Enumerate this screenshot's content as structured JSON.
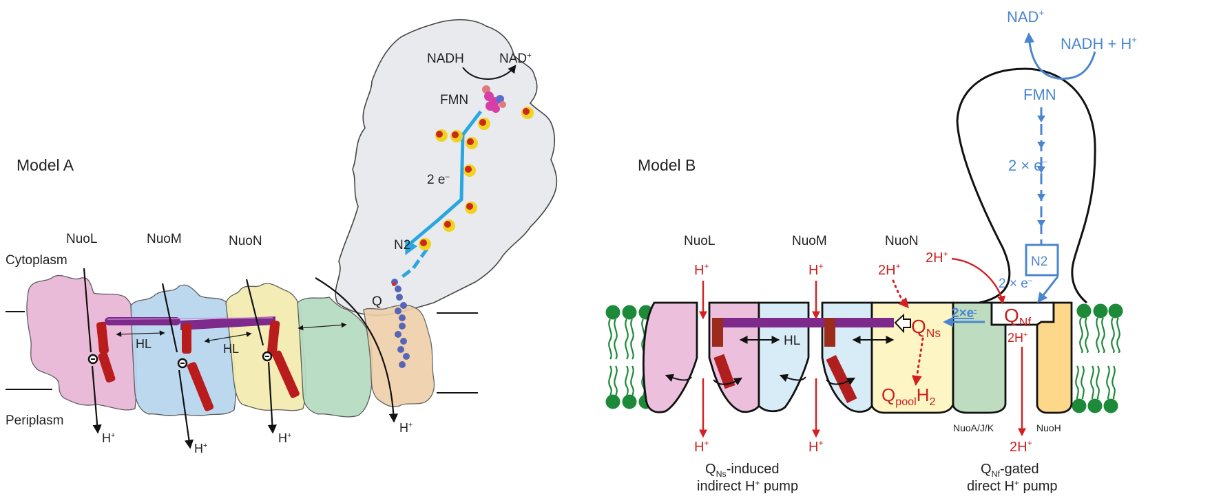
{
  "figure": {
    "model_a": {
      "title": "Model A",
      "subunits": [
        "NuoL",
        "NuoM",
        "NuoN"
      ],
      "compartments": {
        "top": "Cytoplasm",
        "bottom": "Periplasm"
      },
      "helix_label": "HL",
      "proton": "H",
      "proton_charge": "+",
      "hydrophilic_arm": {
        "substrate": "NADH",
        "product": "NAD",
        "product_charge": "+",
        "cofactor": "FMN",
        "electrons": "2 e",
        "electron_charge": "–",
        "cluster": "N2",
        "quinone": "Q"
      },
      "colors": {
        "nuol": "#e9b8d6",
        "nuom": "#b9d6ef",
        "nuon": "#f3ecb0",
        "nuoajk": "#b7dcc2",
        "nuoh": "#efcfa8",
        "arm": "#e8eaee",
        "helix_purple": "#7e2a8c",
        "helix_red": "#b81c1c",
        "electron_path": "#2aa6e0",
        "fes_yellow": "#f2d21c",
        "fes_red": "#c8281e",
        "fmn": "#d640a6",
        "quinone": "#5566b8"
      }
    },
    "model_b": {
      "title": "Model B",
      "subunits": [
        "NuoL",
        "NuoM",
        "NuoN"
      ],
      "subunit_labels_bottom": [
        "NuoA/J/K",
        "NuoH"
      ],
      "helix_label": "HL",
      "top": {
        "product": "NAD",
        "product_charge": "+",
        "substrate": "NADH + H",
        "substrate_charge": "+",
        "cofactor": "FMN",
        "electrons": "2 × e",
        "electron_charge": "–",
        "cluster": "N2"
      },
      "protons": {
        "single": "H",
        "double": "2H",
        "charge": "+"
      },
      "quinone": {
        "q": "Q",
        "ns_sub": "Ns",
        "nf_sub": "Nf",
        "pool_sub": "pool",
        "h2": "H",
        "h2_sub": "2",
        "electrons_internal": "2×e",
        "electrons_internal_charge": "-",
        "electrons_n2": "2 × e",
        "electrons_n2_charge": "–"
      },
      "captions": {
        "left_line1_q": "Q",
        "left_line1_sub": "Ns",
        "left_line1_rest": "-induced",
        "left_line2": "indirect H",
        "left_line2_charge": "+",
        "left_line2_rest": " pump",
        "right_line1_q": "Q",
        "right_line1_sub": "Nf",
        "right_line1_rest": "-gated",
        "right_line2": "direct H",
        "right_line2_charge": "+",
        "right_line2_rest": " pump"
      },
      "colors": {
        "nuol": "#ecc0dc",
        "nuom": "#d8ecf8",
        "nuon": "#fdf5c4",
        "nuoajk": "#bddcc0",
        "nuoh": "#fdd78a",
        "helix_purple": "#7e2a8c",
        "helix_red": "#b01e1e",
        "lipid_green": "#1d8a3a",
        "proton_red": "#d42020",
        "electron_blue": "#4a86cf"
      }
    }
  }
}
